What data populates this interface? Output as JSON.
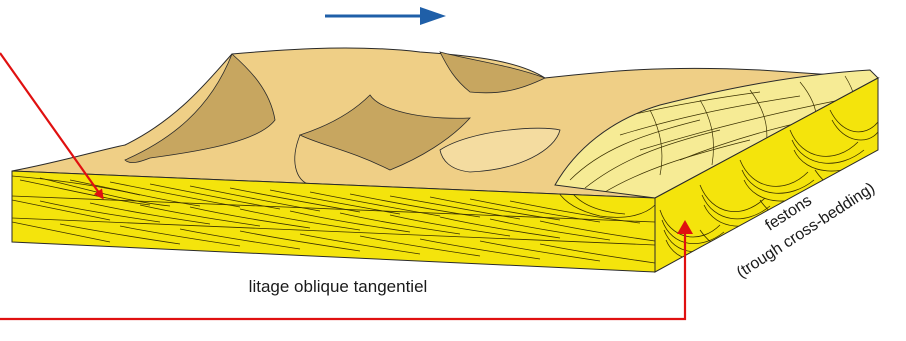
{
  "diagram": {
    "labels": {
      "planar": "litage oblique tangentiel",
      "trough_line1": "festons",
      "trough_line2": "(trough cross-bedding)"
    },
    "flow_direction": "right",
    "colors": {
      "sand_surface": "#EFCF86",
      "dune_shadow": "#C7A660",
      "strata_face": "#F4E40C",
      "strata_line": "#3a3000",
      "trough_fill": "#F6EB95",
      "pointer_arrows": "#E01010",
      "flow_arrow": "#1F5FA8"
    }
  }
}
